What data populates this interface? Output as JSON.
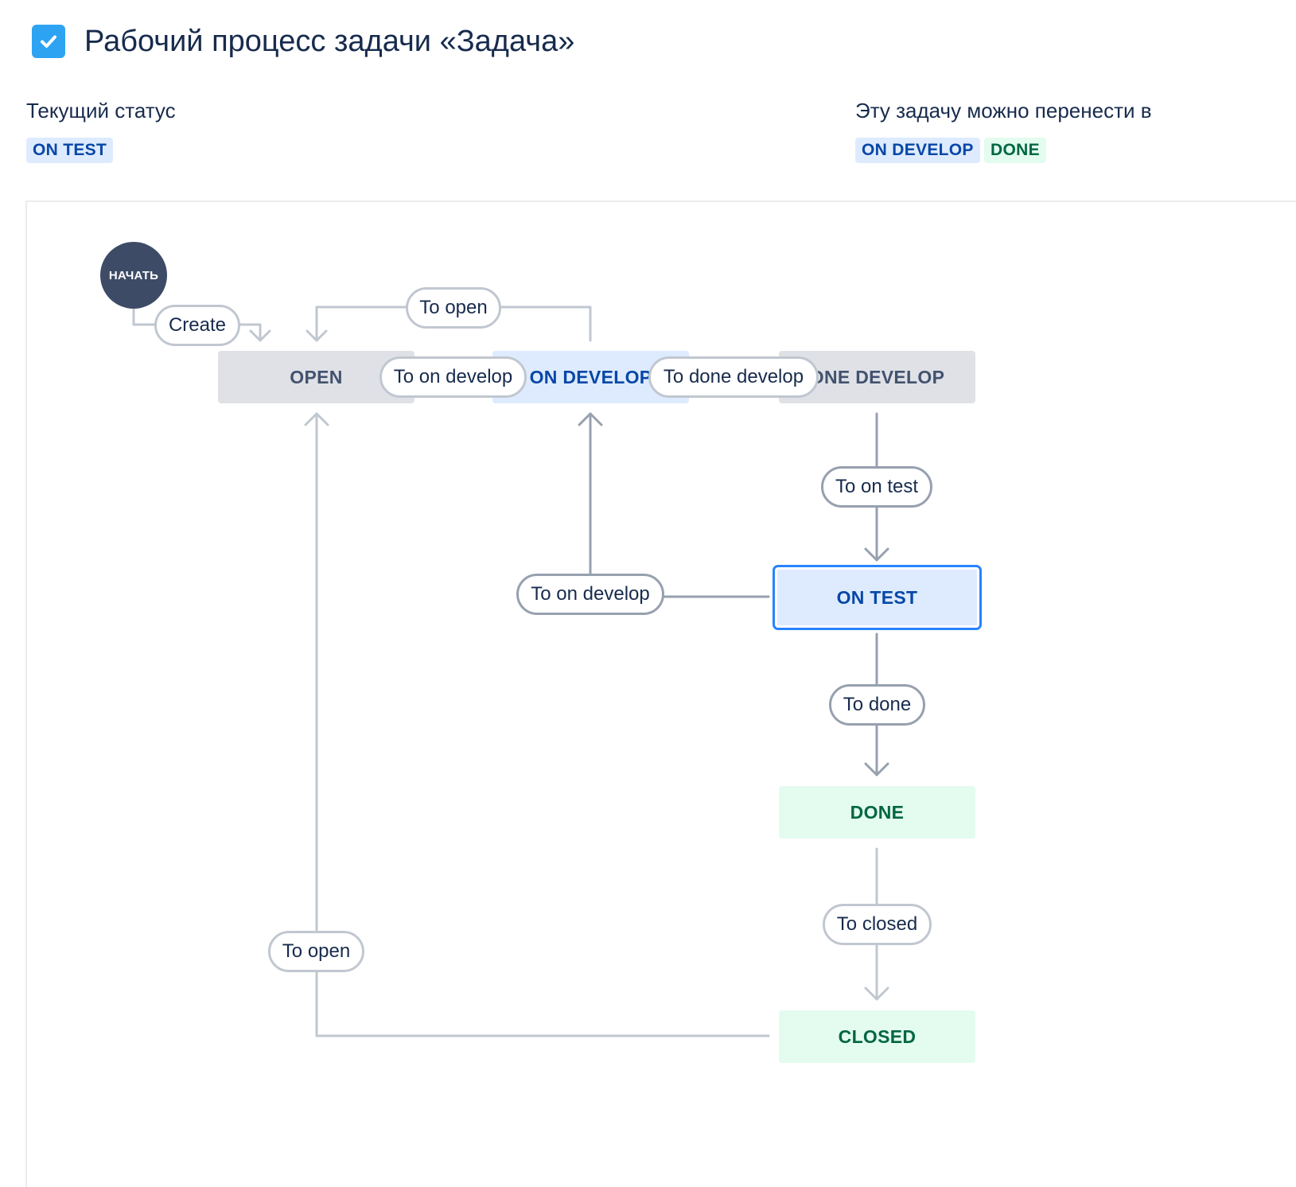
{
  "header": {
    "title": "Рабочий процесс задачи «Задача»",
    "icon": "checkbox-icon"
  },
  "current_status": {
    "label": "Текущий статус",
    "status": "ON TEST"
  },
  "transitions_available": {
    "label": "Эту задачу можно перенести в",
    "statuses": [
      "ON DEVELOP",
      "DONE"
    ]
  },
  "colors": {
    "accent": "#2684ff",
    "status_blue_bg": "#deebff",
    "status_blue_text": "#0747a6",
    "status_green_bg": "#e3fcef",
    "status_green_text": "#006644",
    "status_grey_bg": "#dfe1e6",
    "status_grey_text": "#42526e"
  },
  "diagram": {
    "start_label": "НАЧАТЬ",
    "statuses": {
      "open": "OPEN",
      "on_develop": "ON DEVELOP",
      "done_develop": "ONE DEVELOP",
      "on_test": "ON TEST",
      "done": "DONE",
      "closed": "CLOSED"
    },
    "transitions": {
      "create": "Create",
      "to_open_top": "To open",
      "to_on_develop_top": "To on develop",
      "to_done_develop": "To done develop",
      "to_on_test": "To on test",
      "to_on_develop_mid": "To on develop",
      "to_done": "To done",
      "to_closed": "To closed",
      "to_open_bottom": "To open"
    }
  }
}
